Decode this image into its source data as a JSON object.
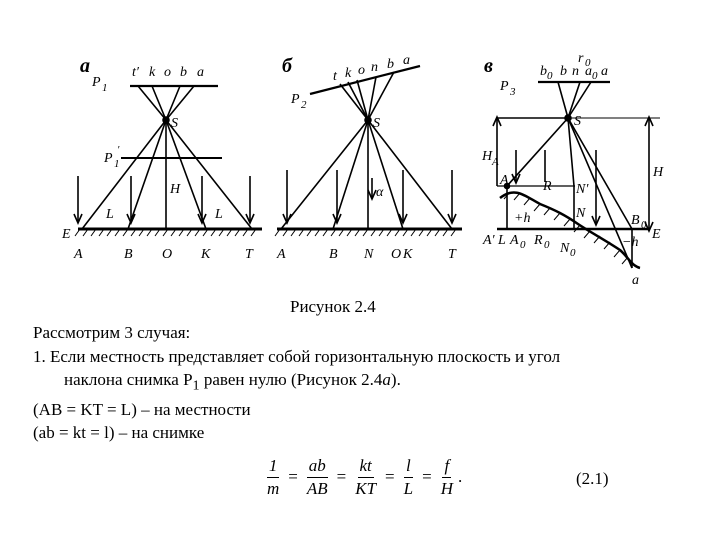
{
  "figure": {
    "panel_a": {
      "panel_label": "а",
      "plate_labels": [
        "P",
        "1",
        "P",
        "1",
        "′"
      ],
      "top_points": [
        "t′",
        "k",
        "o",
        "b",
        "a"
      ],
      "center": "S",
      "height_label": "H",
      "segment_labels": [
        "L",
        "L"
      ],
      "edge_label": "E",
      "ground_points": [
        "A",
        "B",
        "O",
        "K",
        "T"
      ]
    },
    "panel_b": {
      "panel_label": "б",
      "plate_labels": [
        "P",
        "2"
      ],
      "top_points": [
        "t",
        "k",
        "o",
        "n",
        "b",
        "a"
      ],
      "center": "S",
      "angle_label": "α",
      "ground_points": [
        "A",
        "B",
        "N",
        "O",
        "K",
        "T"
      ]
    },
    "panel_c": {
      "panel_label": "в",
      "plate_labels": [
        "P",
        "3"
      ],
      "top_points": [
        "b",
        "0",
        "b",
        "n",
        "a",
        "0",
        "a"
      ],
      "top_extra": [
        "r",
        "0"
      ],
      "center": "S",
      "labels": [
        "H",
        "A",
        "A",
        "R",
        "N′",
        "H",
        "N",
        "B",
        "0",
        "+h",
        "−h",
        "A′",
        "L",
        "A",
        "0",
        "R",
        "0",
        "N",
        "0",
        "E",
        "a"
      ]
    }
  },
  "caption": "Рисунок 2.4",
  "body": {
    "line1": "Рассмотрим 3 случая:",
    "line2": "1.  Если местность представляет собой горизонтальную плоскость и угол",
    "line3_a": "наклона снимка Р",
    "line3_sub": "1",
    "line3_b": " равен нулю (Рисунок 2.4",
    "line3_italic": "а",
    "line3_c": ").",
    "line4": "(AB = KT = L) – на местности",
    "line5": "(ab = kt = l) – на снимке"
  },
  "formula": {
    "f1": {
      "num": "1",
      "den": "m"
    },
    "f2": {
      "num": "ab",
      "den": "AB"
    },
    "f3": {
      "num": "kt",
      "den": "KT"
    },
    "f4": {
      "num": "l",
      "den": "L"
    },
    "f5": {
      "num": "f",
      "den": "H"
    },
    "eq": "=",
    "tail": ".",
    "number": "(2.1)"
  }
}
